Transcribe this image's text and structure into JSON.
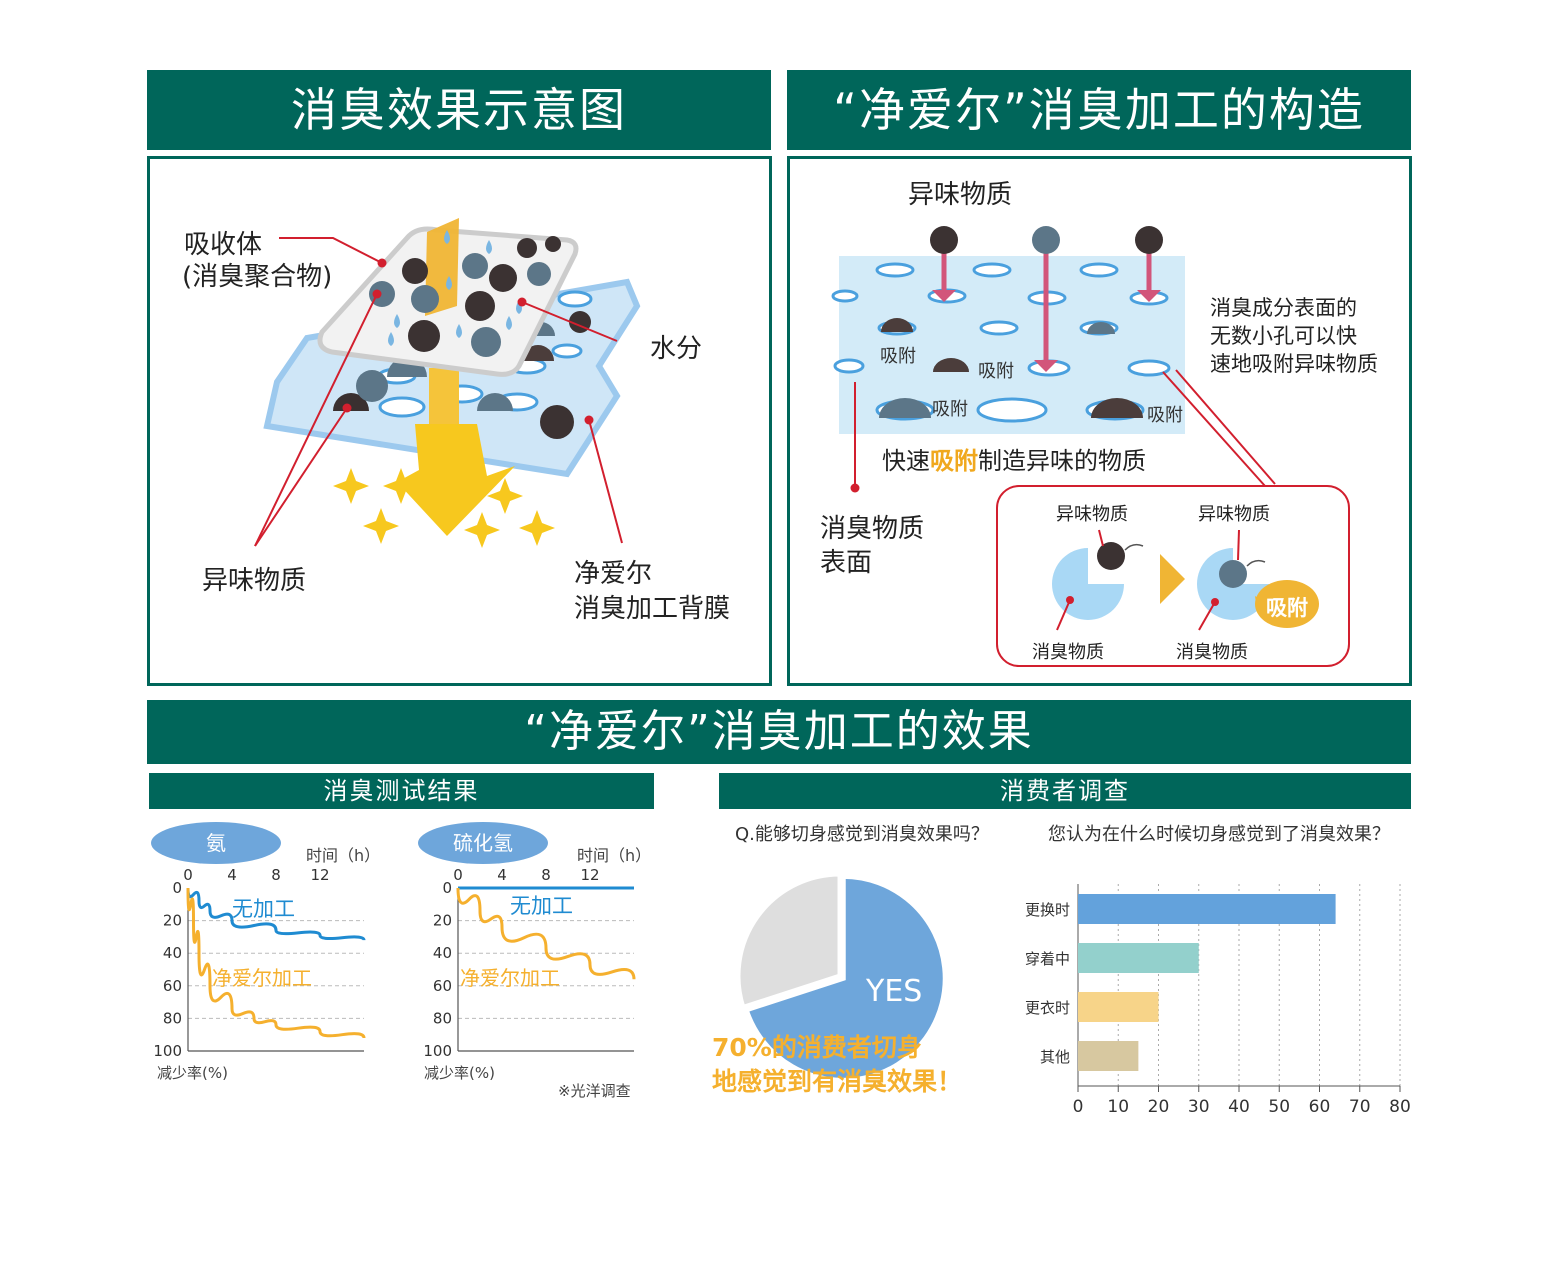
{
  "panel_left": {
    "title": "消臭效果示意图",
    "absorber_label": "吸收体",
    "absorber_sub": "(消臭聚合物)",
    "water_label": "水分",
    "odor_label": "异味物质",
    "film_label_1": "净爱尔",
    "film_label_2": "消臭加工背膜"
  },
  "panel_right": {
    "title": "“净爱尔”消臭加工的构造",
    "odor_label": "异味物质",
    "adsorb_label": "吸附",
    "desc_1": "消臭成分表面的",
    "desc_2": "无数小孔可以快",
    "desc_3": "速地吸附异味物质",
    "caption_pre": "快速",
    "caption_hl": "吸附",
    "caption_post": "制造异味的物质",
    "surface_1": "消臭物质",
    "surface_2": "表面",
    "inset_odor": "异味物质",
    "inset_substance": "消臭物质",
    "inset_bubble": "吸附"
  },
  "effect_title": "“净爱尔”消臭加工的效果",
  "test_section": {
    "title": "消臭测试结果",
    "chart1_gas": "氨",
    "chart2_gas": "硫化氢",
    "time_label": "时间（h）",
    "y_label": "减少率(%)",
    "series_untreated": "无加工",
    "series_treated": "净爱尔加工",
    "source": "※光洋调查"
  },
  "survey_section": {
    "title": "消费者调查",
    "question": "Q.能够切身感觉到消臭效果吗？",
    "question2": "您认为在什么时候切身感觉到了消臭效果？",
    "pie_label": "YES",
    "pie_caption_1": "70%的消费者切身",
    "pie_caption_2": "地感觉到有消臭效果！"
  },
  "colors": {
    "banner": "#00665a",
    "untreated": "#1f8bd1",
    "treated": "#f5b02e",
    "pie_yes": "#6ea6db",
    "pie_other": "#dedede"
  },
  "chart_data": [
    {
      "type": "line",
      "title": "氨",
      "xlabel": "时间（h）",
      "ylabel": "减少率(%)",
      "x_ticks": [
        0,
        4,
        8,
        12
      ],
      "y_ticks": [
        0,
        20,
        40,
        60,
        80,
        100
      ],
      "xlim": [
        0,
        16
      ],
      "ylim": [
        0,
        100
      ],
      "y_inverted": true,
      "series": [
        {
          "name": "无加工",
          "color": "#1f8bd1",
          "x": [
            0,
            1,
            2,
            4,
            8,
            12,
            16
          ],
          "y": [
            0,
            8,
            14,
            20,
            26,
            29,
            32
          ]
        },
        {
          "name": "净爱尔加工",
          "color": "#f5b02e",
          "x": [
            0,
            0.5,
            1,
            2,
            4,
            6,
            8,
            12,
            16
          ],
          "y": [
            0,
            20,
            40,
            60,
            74,
            80,
            84,
            88,
            92
          ]
        }
      ]
    },
    {
      "type": "line",
      "title": "硫化氢",
      "xlabel": "时间（h）",
      "ylabel": "减少率(%)",
      "x_ticks": [
        0,
        4,
        8,
        12
      ],
      "y_ticks": [
        0,
        20,
        40,
        60,
        80,
        100
      ],
      "xlim": [
        0,
        16
      ],
      "ylim": [
        0,
        100
      ],
      "y_inverted": true,
      "series": [
        {
          "name": "无加工",
          "color": "#1f8bd1",
          "x": [
            0,
            4,
            8,
            12,
            16
          ],
          "y": [
            0,
            0,
            0,
            0,
            0
          ]
        },
        {
          "name": "净爱尔加工",
          "color": "#f5b02e",
          "x": [
            0,
            2,
            4,
            8,
            12,
            16
          ],
          "y": [
            0,
            14,
            24,
            37,
            47,
            56
          ]
        }
      ]
    },
    {
      "type": "pie",
      "labels": [
        "YES",
        ""
      ],
      "values": [
        70,
        30
      ],
      "colors": [
        "#6ea6db",
        "#dedede"
      ]
    },
    {
      "type": "bar",
      "orientation": "horizontal",
      "categories": [
        "更换时",
        "穿着中",
        "更衣时",
        "其他"
      ],
      "values": [
        64,
        30,
        20,
        15
      ],
      "colors": [
        "#63a2dc",
        "#93d0cc",
        "#f7d489",
        "#d7c8a0"
      ],
      "x_ticks": [
        0,
        10,
        20,
        30,
        40,
        50,
        60,
        70,
        80
      ],
      "xlim": [
        0,
        80
      ]
    }
  ]
}
